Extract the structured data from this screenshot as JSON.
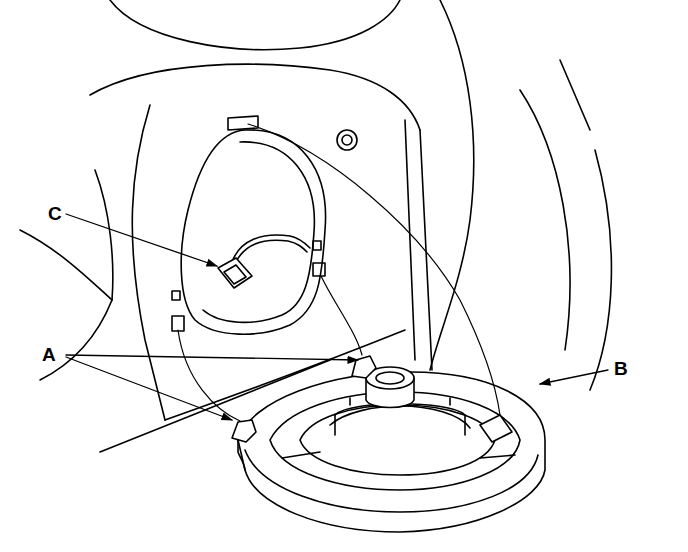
{
  "diagram": {
    "labels": [
      "C",
      "A",
      "B"
    ]
  }
}
